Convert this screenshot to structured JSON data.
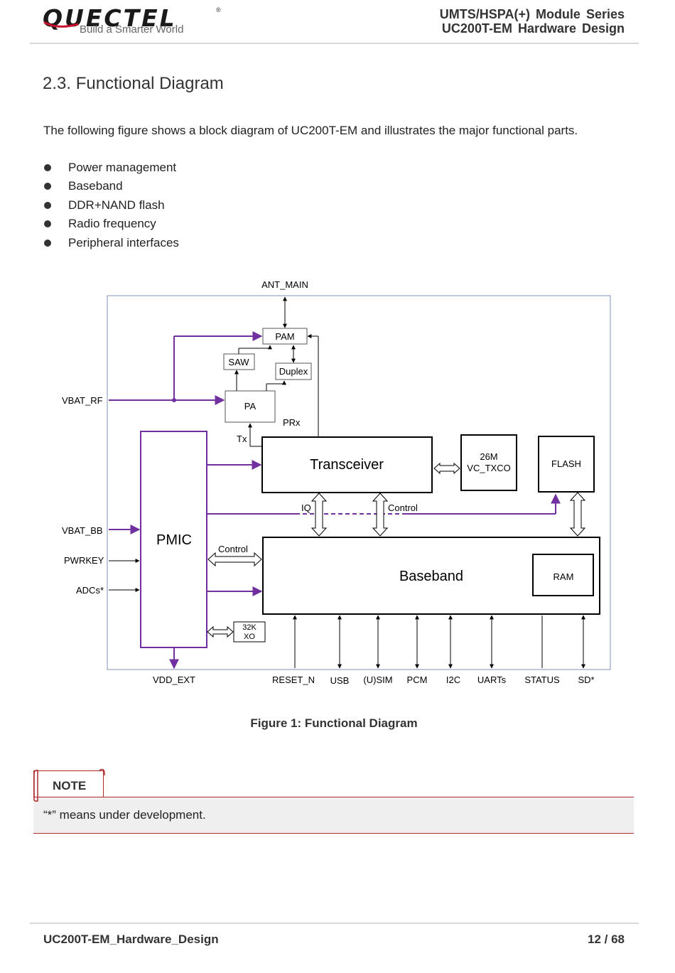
{
  "header": {
    "logo": "QUECTEL",
    "logo_registered": "®",
    "tagline": "Build a Smarter World",
    "series": "UMTS/HSPA(+)  Module  Series",
    "doc_title": "UC200T-EM  Hardware  Design"
  },
  "section": {
    "title": "2.3. Functional Diagram",
    "intro": "The following figure shows a block diagram of UC200T-EM and illustrates the major functional parts.",
    "bullets": [
      "Power management",
      "Baseband",
      "DDR+NAND flash",
      "Radio frequency",
      "Peripheral interfaces"
    ]
  },
  "diagram": {
    "ant_main": "ANT_MAIN",
    "vbat_rf": "VBAT_RF",
    "vbat_bb": "VBAT_BB",
    "pwrkey": "PWRKEY",
    "adcs": "ADCs*",
    "vdd_ext": "VDD_EXT",
    "pam": "PAM",
    "saw": "SAW",
    "duplex": "Duplex",
    "pa": "PA",
    "prx": "PRx",
    "tx": "Tx",
    "transceiver": "Transceiver",
    "tcxo_line1": "26M",
    "tcxo_line2": "VC_TXCO",
    "flash": "FLASH",
    "pmic": "PMIC",
    "iq": "IQ",
    "control_top": "Control",
    "control_pmic": "Control",
    "baseband": "Baseband",
    "ram": "RAM",
    "xo_line1": "32K",
    "xo_line2": "XO",
    "bottom_signals": [
      "RESET_N",
      "USB",
      "(U)SIM",
      "PCM",
      "I2C",
      "UARTs",
      "STATUS",
      "SD*"
    ],
    "colors": {
      "power": "#7030a0",
      "frame": "#8090b8",
      "block": "#000000"
    }
  },
  "figure_caption": "Figure 1: Functional Diagram",
  "note": {
    "label": "NOTE",
    "text": "“*” means under development."
  },
  "footer": {
    "doc_name": "UC200T-EM_Hardware_Design",
    "page": "12 / 68"
  }
}
